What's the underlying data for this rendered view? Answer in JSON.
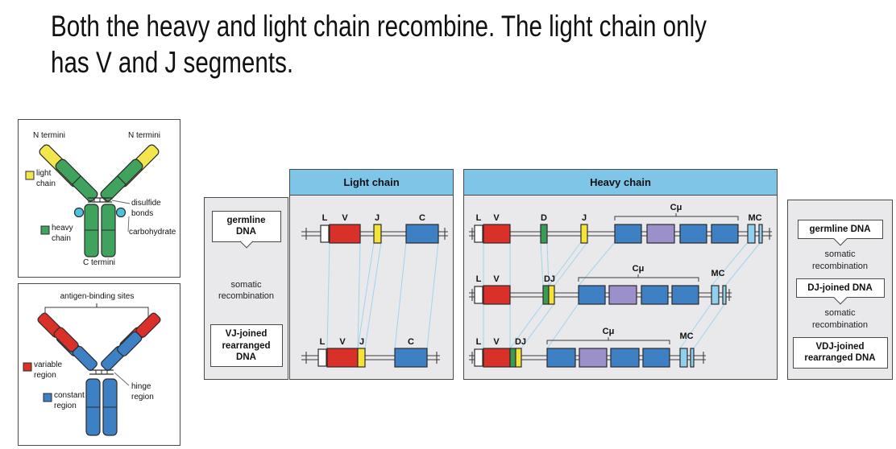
{
  "title": {
    "text": "Both the heavy and light chain recombine. The light chain only\nhas V and J segments."
  },
  "antibody_structure_panel": {
    "n_termini_left": "N termini",
    "n_termini_right": "N termini",
    "light_chain_label": "light\nchain",
    "heavy_chain_label": "heavy\nchain",
    "disulfide_label": "disulfide\nbonds",
    "carbohydrate_label": "carbohydrate",
    "c_termini_label": "C termini"
  },
  "antibody_regions_panel": {
    "antigen_binding_label": "antigen-binding sites",
    "variable_label": "variable\nregion",
    "constant_label": "constant\nregion",
    "hinge_label": "hinge\nregion"
  },
  "recombination": {
    "left_column": {
      "germline": "germline\nDNA",
      "somatic": "somatic\nrecombination",
      "vj_joined": "VJ-joined\nrearranged\nDNA"
    },
    "right_column": {
      "germline": "germline DNA",
      "somatic1": "somatic\nrecombination",
      "dj_joined": "DJ-joined DNA",
      "somatic2": "somatic\nrecombination",
      "vdj_joined": "VDJ-joined\nrearranged DNA"
    },
    "light_chain": {
      "header": "Light chain",
      "germline": {
        "l": "L",
        "v": "V",
        "j": "J",
        "c": "C"
      },
      "rearranged": {
        "l": "L",
        "v": "V",
        "j": "J",
        "c": "C"
      }
    },
    "heavy_chain": {
      "header": "Heavy chain",
      "germline": {
        "l": "L",
        "v": "V",
        "d": "D",
        "j": "J",
        "cmu": "Cμ",
        "mc": "MC"
      },
      "dj_row": {
        "l": "L",
        "v": "V",
        "dj": "DJ",
        "cmu": "Cμ",
        "mc": "MC"
      },
      "vdj_row": {
        "l": "L",
        "v": "V",
        "dj": "DJ",
        "cmu": "Cμ",
        "mc": "MC"
      }
    }
  },
  "colors": {
    "variable_red": "#d9302a",
    "heavy_green": "#3fa35d",
    "light_yellow": "#f2e54d",
    "constant_blue": "#3d80c4",
    "purple_segment": "#9b90ca",
    "header_blue": "#7ec5e8",
    "mc_blue": "#8fd0ee",
    "carbohydrate_cyan": "#4ec3dc",
    "panel_gray": "#e9e9ec"
  }
}
